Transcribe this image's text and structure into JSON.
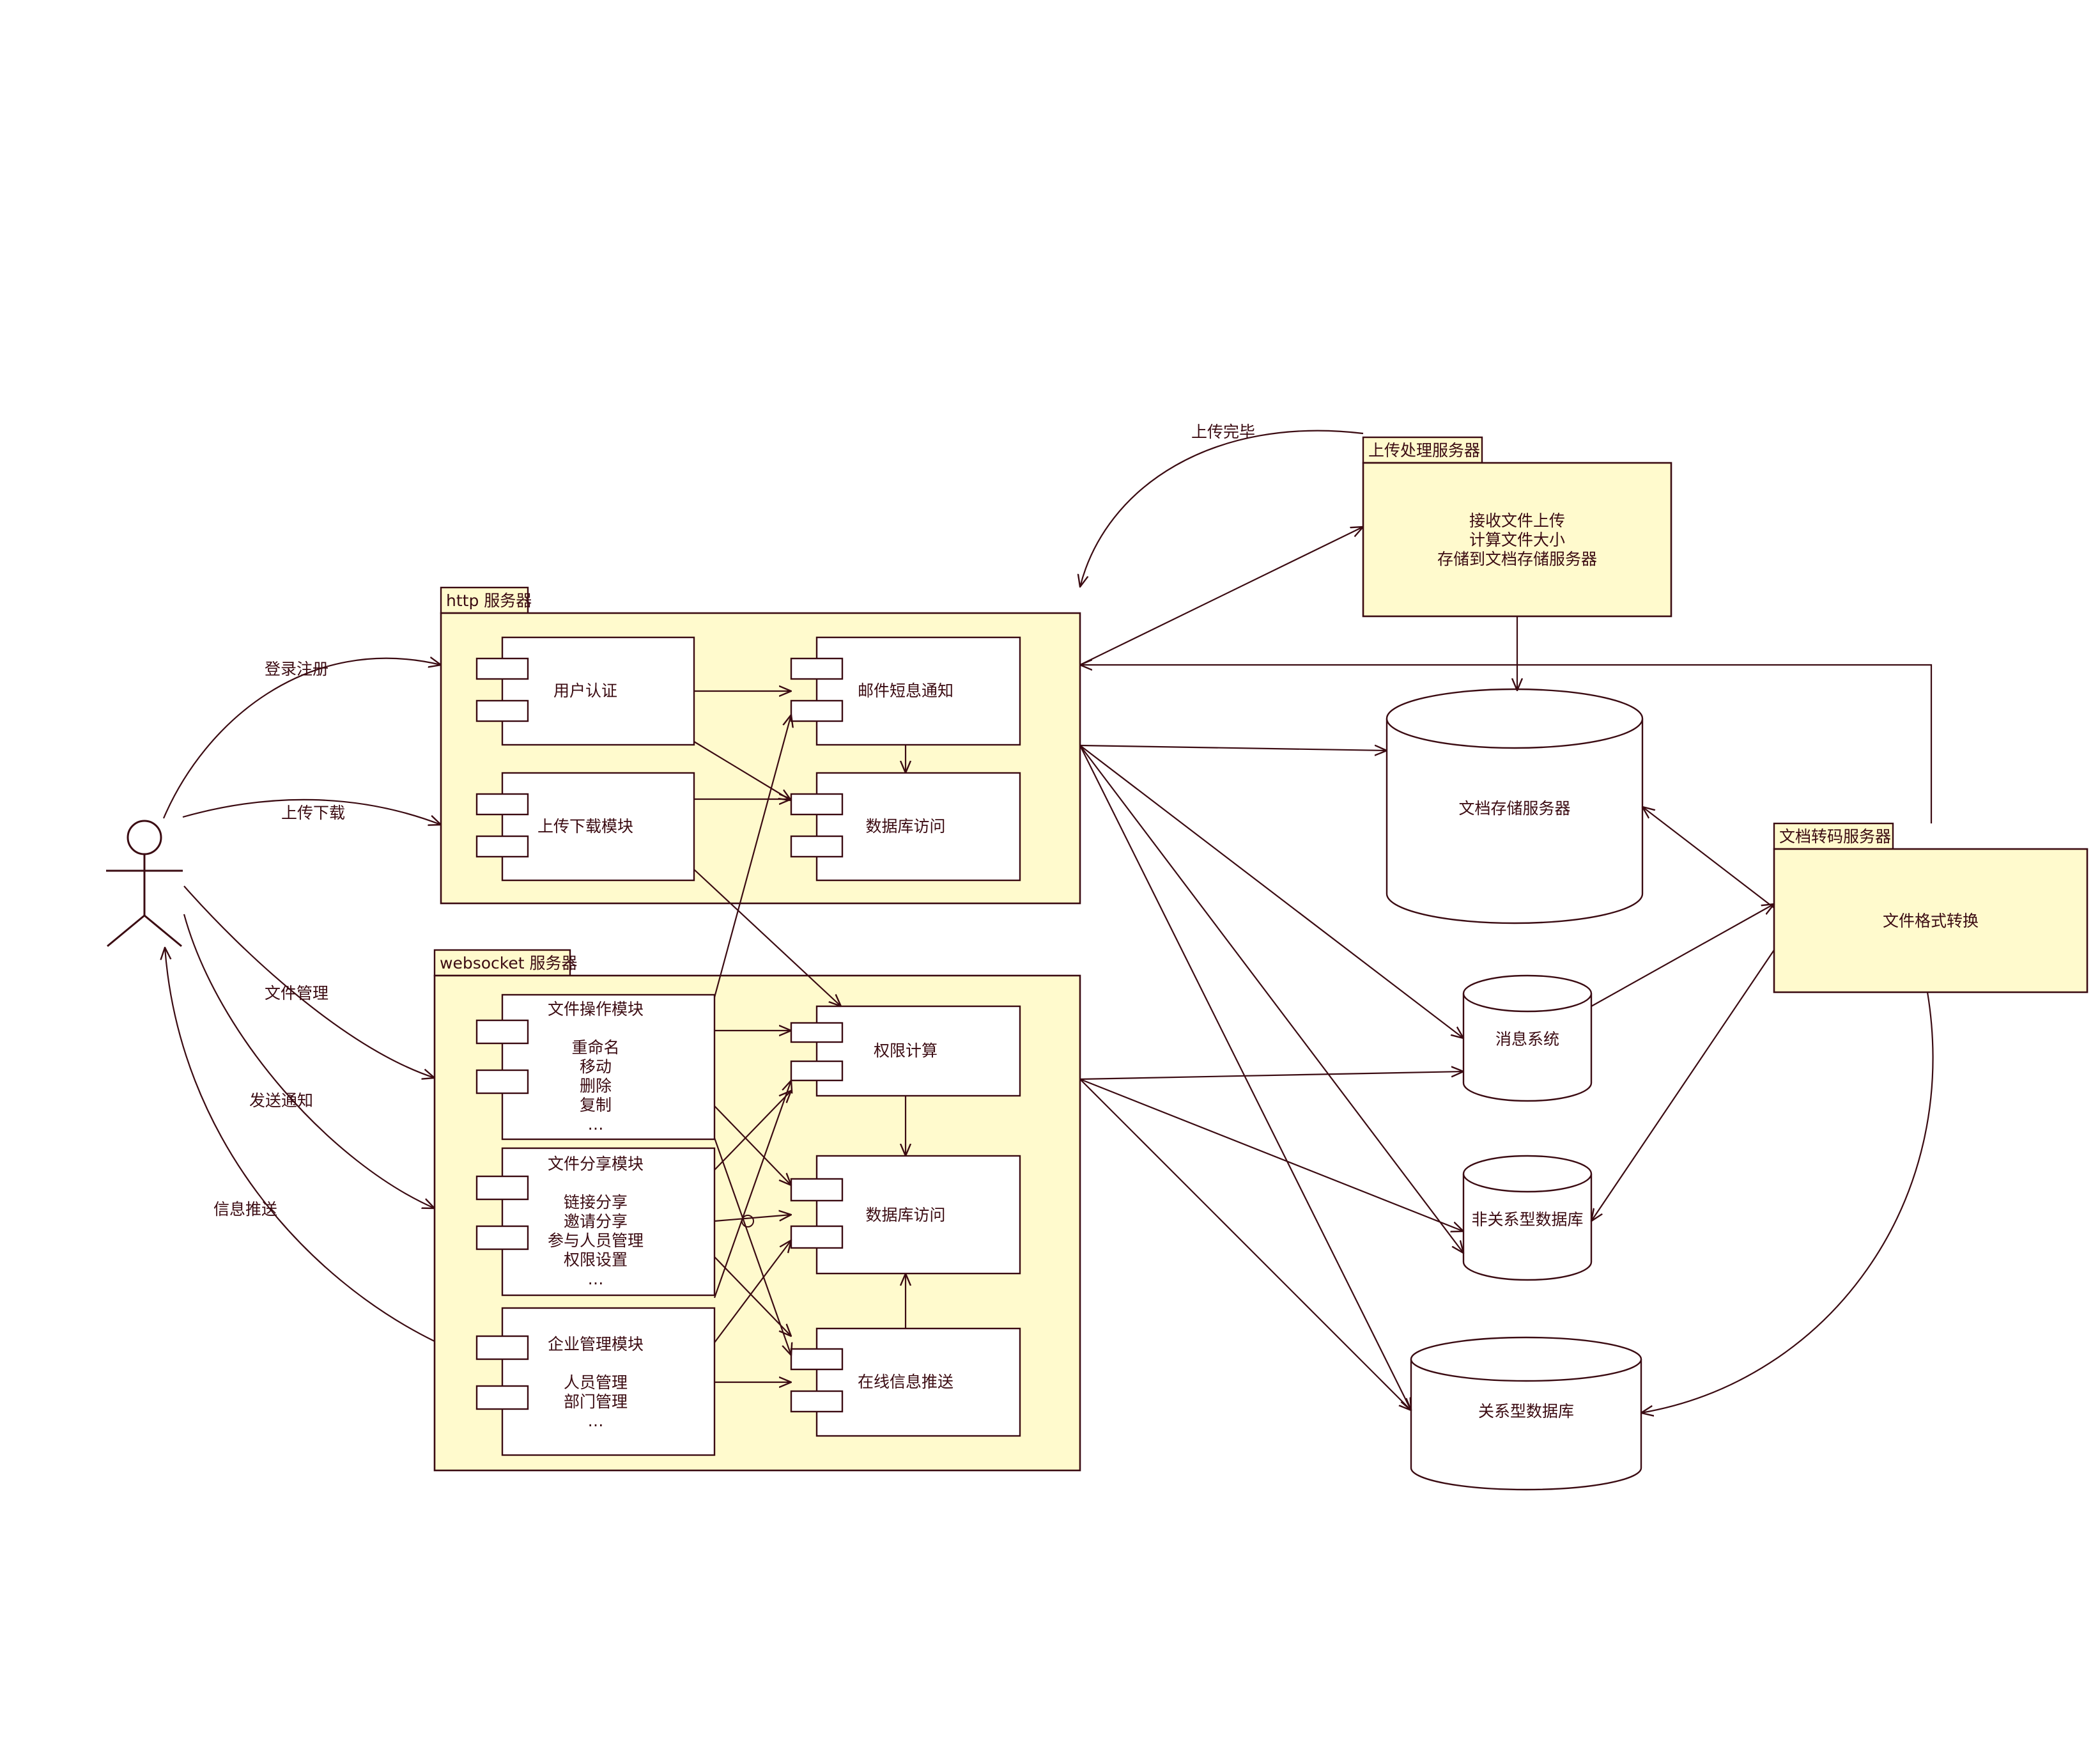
{
  "colors": {
    "container_fill": "#fffacd",
    "stroke": "#3b0b12",
    "background": "#ffffff"
  },
  "containers": {
    "http": {
      "title": "http 服务器"
    },
    "websocket": {
      "title": "websocket 服务器"
    },
    "upload_server": {
      "title": "上传处理服务器",
      "body": [
        "接收文件上传",
        "计算文件大小",
        "存储到文档存储服务器"
      ]
    },
    "transcode_server": {
      "title": "文档转码服务器",
      "body": [
        "文件格式转换"
      ]
    }
  },
  "components": {
    "user_auth": {
      "label": [
        "用户认证"
      ]
    },
    "upload_download": {
      "label": [
        "上传下载模块"
      ]
    },
    "mail_sms": {
      "label": [
        "邮件短息通知"
      ]
    },
    "db_access_http": {
      "label": [
        "数据库访问"
      ]
    },
    "file_ops": {
      "label": [
        "文件操作模块",
        "",
        "重命名",
        "移动",
        "删除",
        "复制",
        "…"
      ]
    },
    "file_share": {
      "label": [
        "文件分享模块",
        "",
        "链接分享",
        "邀请分享",
        "参与人员管理",
        "权限设置",
        "…"
      ]
    },
    "enterprise": {
      "label": [
        "企业管理模块",
        "",
        "人员管理",
        "部门管理",
        "…"
      ]
    },
    "permission_calc": {
      "label": [
        "权限计算"
      ]
    },
    "db_access_ws": {
      "label": [
        "数据库访问"
      ]
    },
    "online_push": {
      "label": [
        "在线信息推送"
      ]
    }
  },
  "databases": {
    "doc_storage": {
      "label": "文档存储服务器"
    },
    "message_system": {
      "label": "消息系统"
    },
    "nosql_db": {
      "label": "非关系型数据库"
    },
    "relational_db": {
      "label": "关系型数据库"
    }
  },
  "edge_labels": {
    "login": "登录注册",
    "updown": "上传下载",
    "file_mgmt": "文件管理",
    "send_notify": "发送通知",
    "info_push": "信息推送",
    "upload_done": "上传完毕"
  }
}
